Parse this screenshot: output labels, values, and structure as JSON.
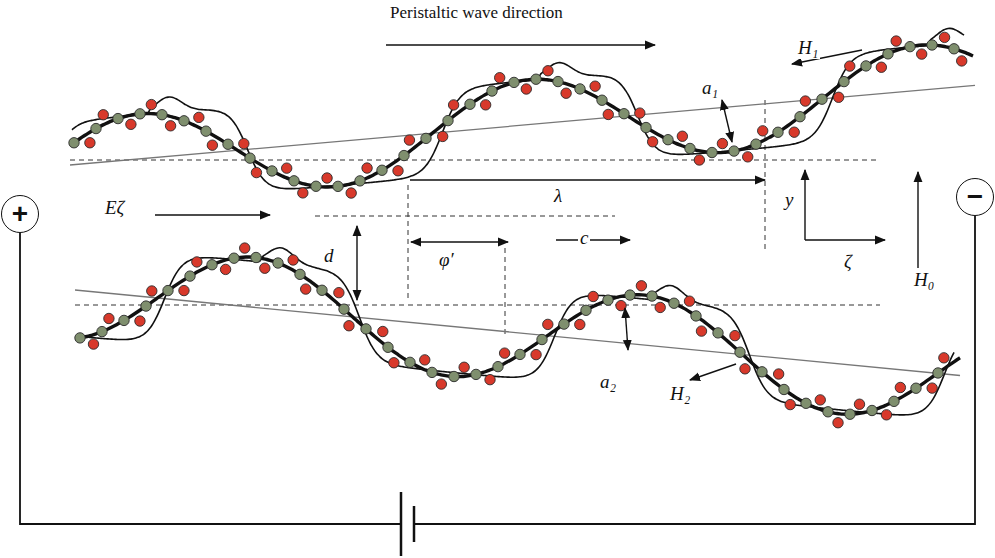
{
  "diagram": {
    "nodes": [
      {
        "text": [
          "+"
        ]
      },
      {
        "text": [
          "−"
        ]
      }
    ],
    "edges": [
      {
        "from": 0,
        "to": 1,
        "arrow": "none"
      }
    ],
    "labels": [
      "Peristaltic wave direction",
      "H₁",
      "a₁",
      "λ",
      "y",
      "ζ",
      "Eζ",
      "d",
      "φ′",
      "c",
      "H₀",
      "a₂",
      "H₂"
    ]
  }
}
